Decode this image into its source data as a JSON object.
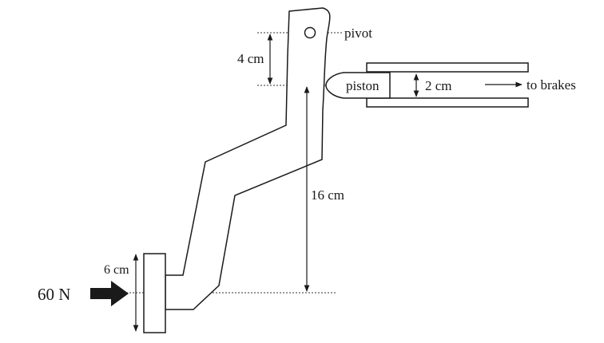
{
  "labels": {
    "pivot": "pivot",
    "piston": "piston",
    "piston_diameter": "2 cm",
    "to_brakes": "to brakes",
    "upper_arm": "4 cm",
    "lower_arm": "16 cm",
    "pad_width": "6 cm",
    "force": "60 N"
  }
}
